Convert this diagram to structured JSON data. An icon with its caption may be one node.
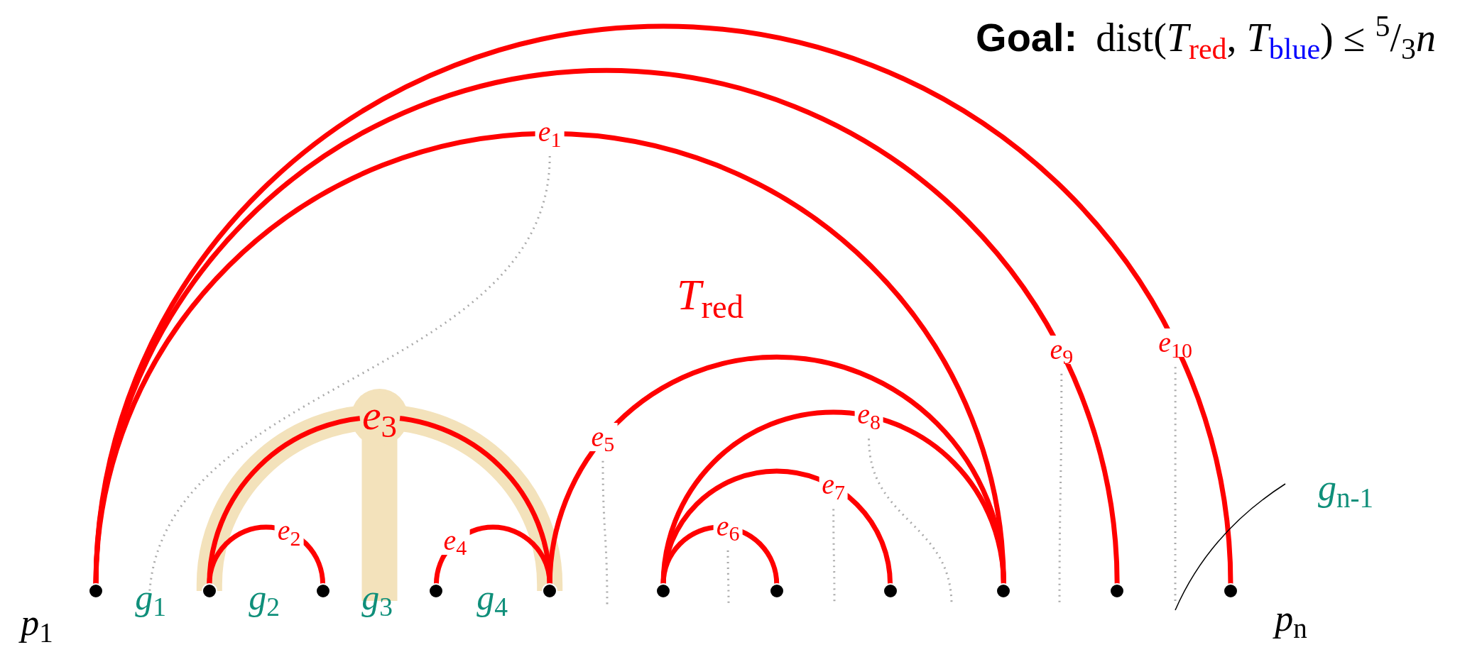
{
  "diagram": {
    "title": "**Goal:** dist(*T*$_{red}$, *T*$_{blue}$) ≤ $^{5}$/$_{3}$*n*",
    "nodes": [
      {
        "text": [],
        "shape": "circle",
        "beside": [
          "*p*$_{1}$"
        ]
      },
      {
        "text": [],
        "shape": "circle"
      },
      {
        "text": [],
        "shape": "circle"
      },
      {
        "text": [],
        "shape": "circle"
      },
      {
        "text": [],
        "shape": "circle"
      },
      {
        "text": [],
        "shape": "circle"
      },
      {
        "text": [],
        "shape": "circle"
      },
      {
        "text": [],
        "shape": "circle"
      },
      {
        "text": [],
        "shape": "circle"
      },
      {
        "text": [],
        "shape": "circle"
      },
      {
        "text": [],
        "shape": "circle",
        "beside": [
          "*p*$_{n}$"
        ]
      },
      {
        "text": [
          "*g*$_{n-1}$"
        ]
      }
    ],
    "edges": [
      {
        "from": 0,
        "to": 8,
        "arrow": "none",
        "label": "*e*$_{1}$"
      },
      {
        "from": 1,
        "to": 2,
        "arrow": "none",
        "label": "*e*$_{2}$"
      },
      {
        "from": 1,
        "to": 4,
        "arrow": "none",
        "label": "*e*$_{3}$"
      },
      {
        "from": 3,
        "to": 4,
        "arrow": "none",
        "label": "*e*$_{4}$"
      },
      {
        "from": 4,
        "to": 8,
        "arrow": "none",
        "label": "*e*$_{5}$"
      },
      {
        "from": 5,
        "to": 6,
        "arrow": "none",
        "label": "*e*$_{6}$"
      },
      {
        "from": 5,
        "to": 7,
        "arrow": "none",
        "label": "*e*$_{7}$"
      },
      {
        "from": 5,
        "to": 8,
        "arrow": "none",
        "label": "*e*$_{8}$"
      },
      {
        "from": 0,
        "to": 9,
        "arrow": "none",
        "label": "*e*$_{9}$"
      },
      {
        "from": 0,
        "to": 10,
        "arrow": "none",
        "label": "*e*$_{10}$"
      },
      {
        "from": 11,
        "to": null,
        "arrow": "none",
        "color": "#000000"
      }
    ],
    "labels": [
      "*T*$_{red}$",
      "*g*$_{1}$",
      "*g*$_{2}$",
      "*g*$_{3}$",
      "*g*$_{4}$"
    ]
  }
}
